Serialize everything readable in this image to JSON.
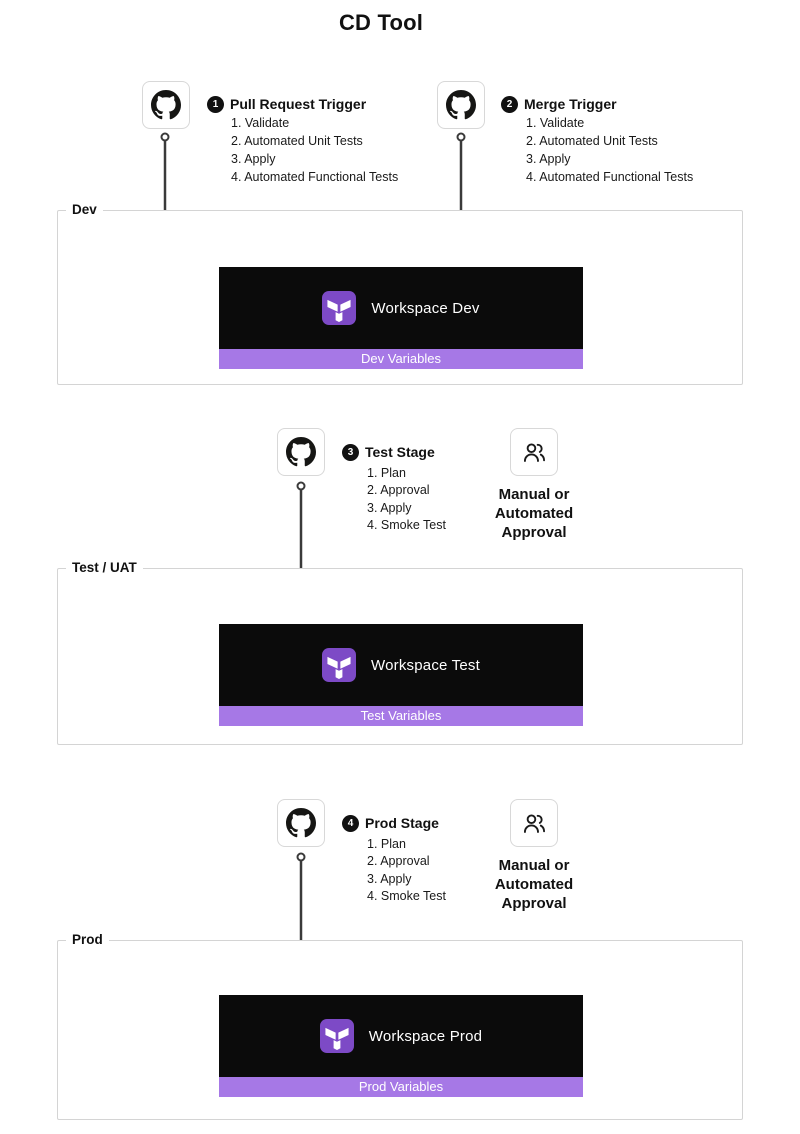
{
  "title": "CD Tool",
  "colors": {
    "terraform_purple": "#7d4ac6",
    "variables_bar_purple": "#a678e6",
    "workspace_black": "#0b0b0b",
    "connector_line": "#3a3a3a",
    "badge_black": "#111111"
  },
  "triggers": [
    {
      "number": "1",
      "title": "Pull Request Trigger",
      "steps": [
        "1. Validate",
        "2. Automated Unit Tests",
        "3. Apply",
        "4. Automated Functional Tests"
      ]
    },
    {
      "number": "2",
      "title": "Merge Trigger",
      "steps": [
        "1. Validate",
        "2. Automated Unit Tests",
        "3. Apply",
        "4. Automated Functional Tests"
      ]
    }
  ],
  "stages": [
    {
      "number": "3",
      "title": "Test Stage",
      "steps": [
        "1. Plan",
        "2. Approval",
        "3. Apply",
        "4. Smoke Test"
      ],
      "approval_lines": [
        "Manual or",
        "Automated",
        "Approval"
      ]
    },
    {
      "number": "4",
      "title": "Prod Stage",
      "steps": [
        "1. Plan",
        "2. Approval",
        "3. Apply",
        "4. Smoke Test"
      ],
      "approval_lines": [
        "Manual or",
        "Automated",
        "Approval"
      ]
    }
  ],
  "environments": [
    {
      "label": "Dev",
      "workspace": "Workspace Dev",
      "variables": "Dev Variables"
    },
    {
      "label": "Test / UAT",
      "workspace": "Workspace Test",
      "variables": "Test Variables"
    },
    {
      "label": "Prod",
      "workspace": "Workspace Prod",
      "variables": "Prod Variables"
    }
  ],
  "icons": {
    "source_icon": "github-icon",
    "approval_icon": "people-icon",
    "workspace_icon": "terraform-icon"
  }
}
